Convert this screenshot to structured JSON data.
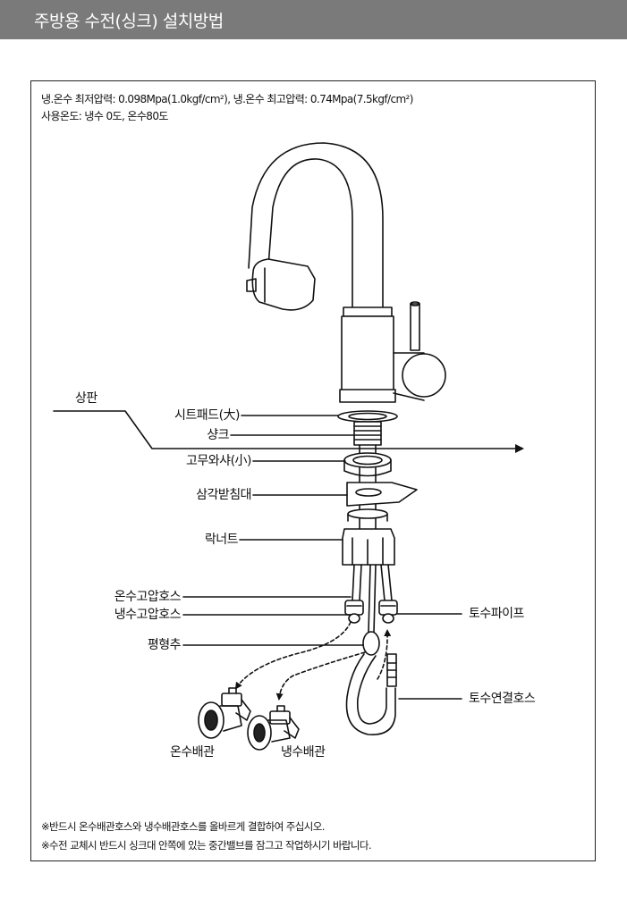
{
  "header": {
    "title": "주방용 수전(싱크) 설치방법"
  },
  "specs": {
    "line1": "냉.온수 최저압력: 0.098Mpa(1.0kgf/cm²), 냉.온수 최고압력: 0.74Mpa(7.5kgf/cm²)",
    "line2": "사용온도: 냉수 0도, 온수80도"
  },
  "labels": {
    "countertop": "상판",
    "seat_pad": "시트패드(大)",
    "shank": "샹크",
    "rubber_washer": "고무와샤(小)",
    "triangle_support": "삼각받침대",
    "lock_nut": "락너트",
    "hot_hose": "온수고압호스",
    "cold_hose": "냉수고압호스",
    "counterweight": "평형추",
    "spout_pipe": "토수파이프",
    "spout_hose": "토수연결호스",
    "hot_pipe": "온수배관",
    "cold_pipe": "냉수배관"
  },
  "notes": {
    "note1": "※반드시 온수배관호스와 냉수배관호스를 올바르게 결합하여 주십시오.",
    "note2": "※수전 교체시 반드시 싱크대 안쪽에 있는 중간밸브를 잠그고 작업하시기 바랍니다."
  }
}
